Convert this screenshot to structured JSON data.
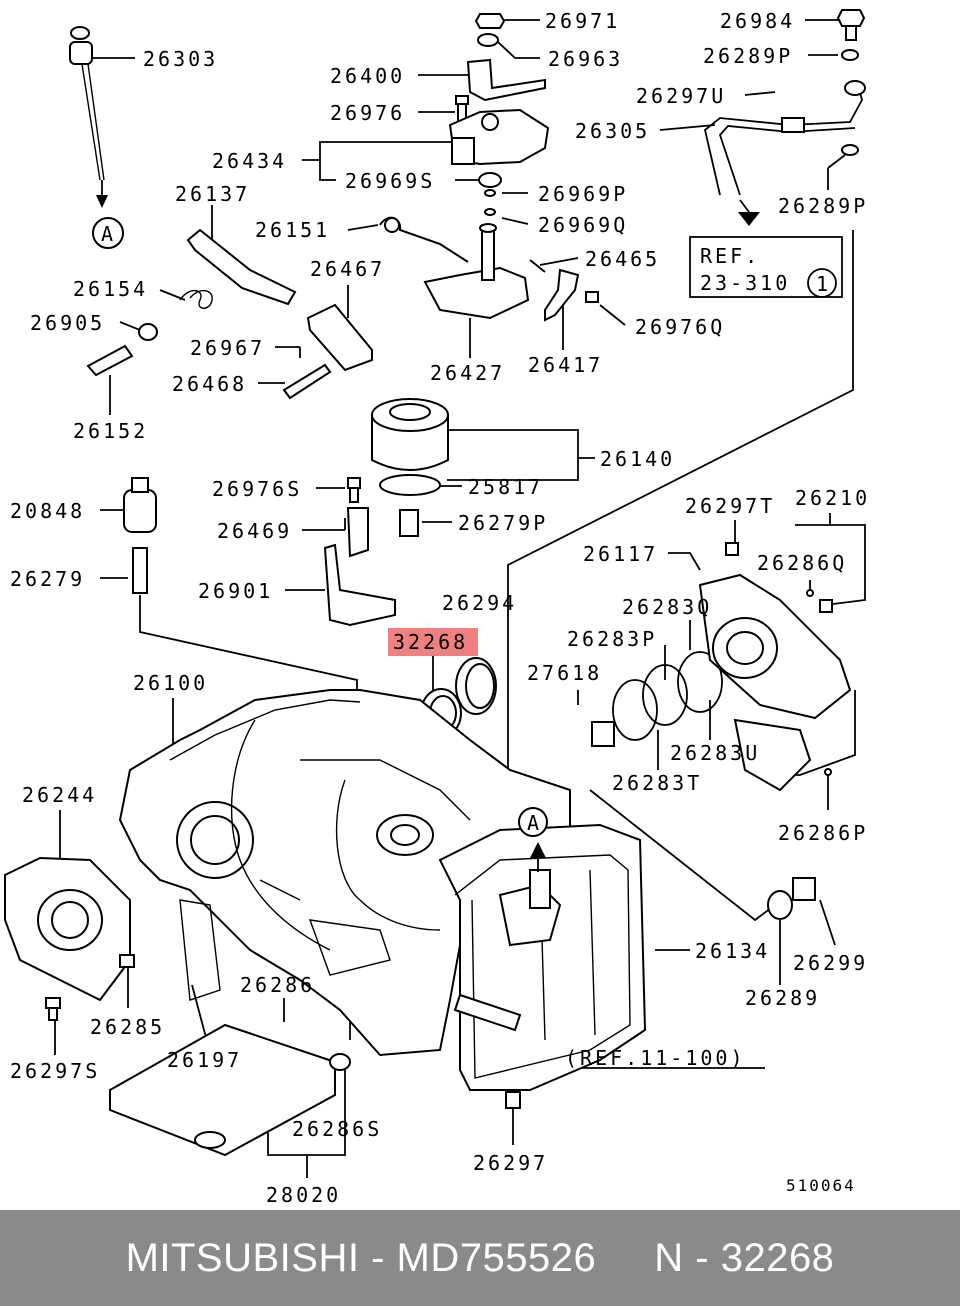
{
  "diagram": {
    "labels": {
      "p26303": "26303",
      "p26971": "26971",
      "p26963": "26963",
      "p26400": "26400",
      "p26976": "26976",
      "p26434": "26434",
      "p26969S": "26969S",
      "p26969P": "26969P",
      "p26969Q": "26969Q",
      "p26137": "26137",
      "p26151": "26151",
      "p26465": "26465",
      "p26467": "26467",
      "p26154": "26154",
      "p26905": "26905",
      "p26967": "26967",
      "p26468": "26468",
      "p26427": "26427",
      "p26417": "26417",
      "p26976Q": "26976Q",
      "p26152": "26152",
      "p26984": "26984",
      "p26289P_top": "26289P",
      "p26297U": "26297U",
      "p26305": "26305",
      "p26289P_mid": "26289P",
      "ref_23_310_line1": "REF.",
      "ref_23_310_line2": "23-310",
      "ref_23_310_circle": "1",
      "p26140": "26140",
      "p25817": "25817",
      "p20848": "20848",
      "p26976S": "26976S",
      "p26279P": "26279P",
      "p26469": "26469",
      "p26279": "26279",
      "p26901": "26901",
      "p26294": "26294",
      "p32268": "32268",
      "p26297T": "26297T",
      "p26210": "26210",
      "p26117": "26117",
      "p26286Q": "26286Q",
      "p26283Q": "26283Q",
      "p26283P": "26283P",
      "p27618": "27618",
      "p26283U": "26283U",
      "p26283T": "26283T",
      "p26286P": "26286P",
      "p26100": "26100",
      "p26244": "26244",
      "p26134": "26134",
      "p26299": "26299",
      "p26289": "26289",
      "p26286": "26286",
      "p26285": "26285",
      "p26197": "26197",
      "p26297S": "26297S",
      "ref_11_100": "(REF.11-100)",
      "p26286S": "26286S",
      "p26297": "26297",
      "p28020": "28020",
      "circle_a_top": "A",
      "circle_a_body": "A",
      "drawing_no": "510064"
    },
    "highlight_color": "#f08080"
  },
  "footer": {
    "text": "MITSUBISHI - MD755526     N - 32268",
    "background": "#8a8a8a",
    "color": "#ffffff"
  }
}
